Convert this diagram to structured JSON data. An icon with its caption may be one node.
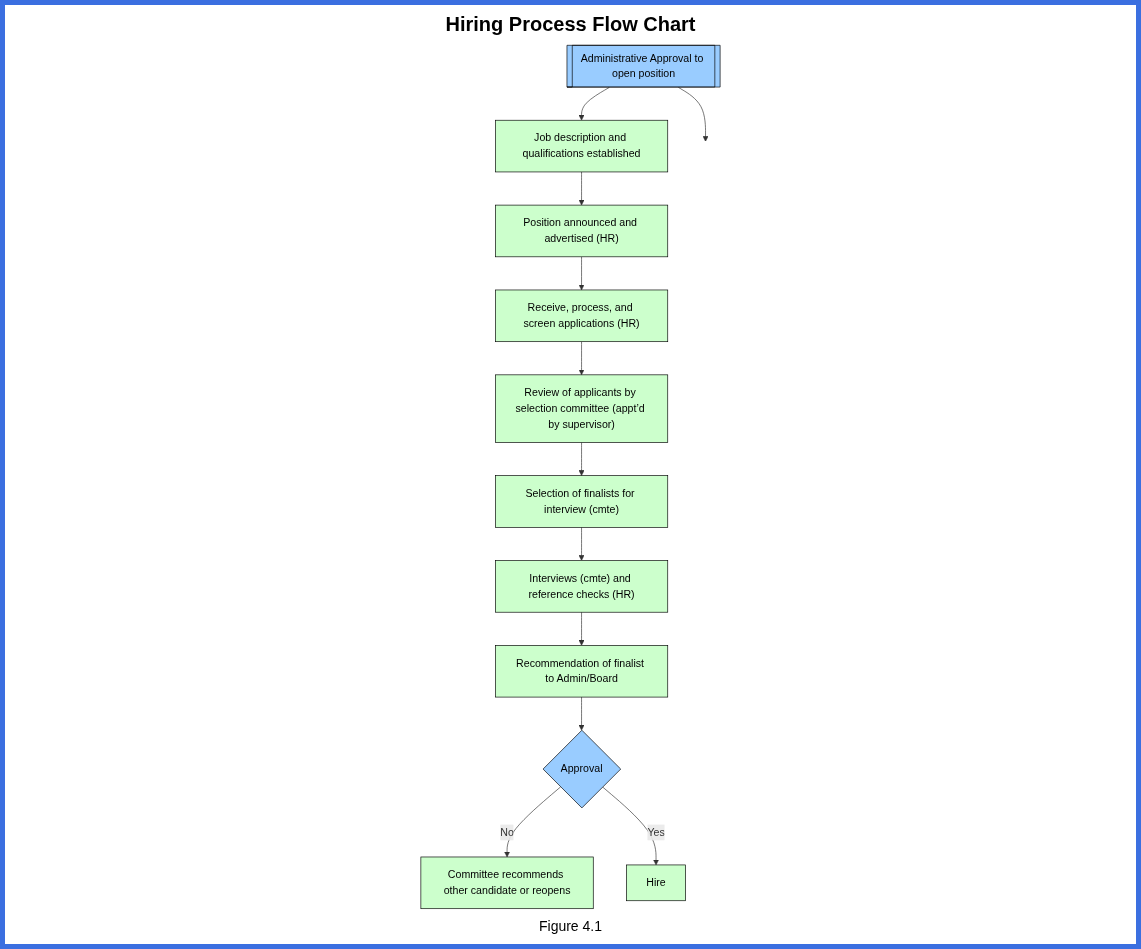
{
  "diagram": {
    "title": "Hiring Process Flow Chart",
    "caption": "Figure 4.1",
    "nodes": [
      {
        "text": [
          "Administrative Approval to open position"
        ]
      },
      {
        "text": [
          "Job description and qualifications established"
        ]
      },
      {
        "text": [
          "Position announced and advertised (HR)"
        ]
      },
      {
        "text": [
          "Receive, process, and screen applications (HR)"
        ]
      },
      {
        "text": [
          "Review of applicants by selection committee (appt’d by supervisor)"
        ]
      },
      {
        "text": [
          "Selection of finalists for interview (cmte)"
        ]
      },
      {
        "text": [
          "Interviews (cmte) and reference checks (HR)"
        ]
      },
      {
        "text": [
          "Recommendation of finalist to Admin/Board"
        ]
      },
      {
        "text": [
          "Approval"
        ]
      },
      {
        "text": [
          "Committee recommends other candidate or reopens"
        ]
      },
      {
        "text": [
          "Hire"
        ]
      }
    ],
    "edges": [
      {
        "from": 0,
        "to": 1,
        "arrow": "to"
      },
      {
        "from": 0,
        "to": null,
        "arrow": "to"
      },
      {
        "from": 1,
        "to": 2,
        "arrow": "to"
      },
      {
        "from": 2,
        "to": 3,
        "arrow": "to"
      },
      {
        "from": 3,
        "to": 4,
        "arrow": "to"
      },
      {
        "from": 4,
        "to": 5,
        "arrow": "to"
      },
      {
        "from": 5,
        "to": 6,
        "arrow": "to"
      },
      {
        "from": 6,
        "to": 7,
        "arrow": "to"
      },
      {
        "from": 7,
        "to": 8,
        "arrow": "to"
      },
      {
        "from": 8,
        "to": 9,
        "label": "No",
        "arrow": "to"
      },
      {
        "from": 8,
        "to": 10,
        "label": "Yes",
        "arrow": "to"
      }
    ]
  }
}
